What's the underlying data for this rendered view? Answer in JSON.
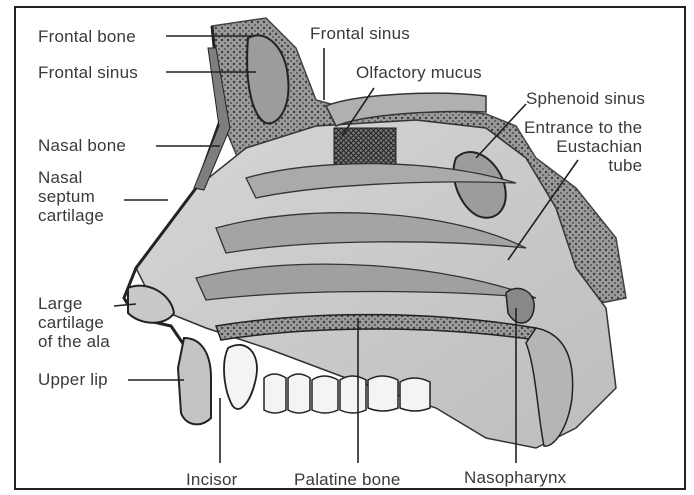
{
  "diagram": {
    "labels": {
      "frontal_bone": "Frontal bone",
      "frontal_sinus_left": "Frontal sinus",
      "frontal_sinus_top": "Frontal sinus",
      "olfactory_mucus": "Olfactory mucus",
      "sphenoid_sinus": "Sphenoid sinus",
      "eustachian": "Entrance to the\nEustachian\ntube",
      "nasal_bone": "Nasal bone",
      "nasal_septum_cartilage": "Nasal\nseptum\ncartilage",
      "large_cartilage": "Large\ncartilage\nof the ala",
      "upper_lip": "Upper lip",
      "incisor": "Incisor",
      "palatine_bone": "Palatine bone",
      "nasopharynx": "Nasopharynx"
    }
  }
}
